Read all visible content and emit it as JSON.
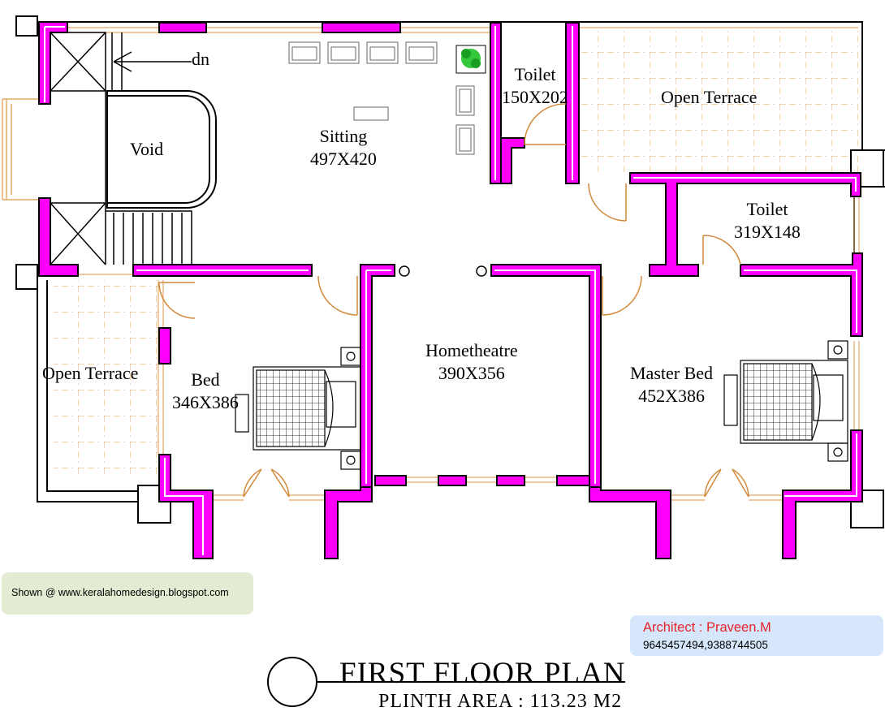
{
  "drawing": {
    "title": "FIRST FLOOR PLAN",
    "plinth_area": "PLINTH  AREA : 113.23 M2"
  },
  "rooms": {
    "void": {
      "name": "Void"
    },
    "sitting": {
      "name": "Sitting",
      "size": "497X420"
    },
    "toilet_small": {
      "name": "Toilet",
      "size": "150X202"
    },
    "open_terrace_top": {
      "name": "Open Terrace"
    },
    "toilet_right": {
      "name": "Toilet",
      "size": "319X148"
    },
    "open_terrace_left": {
      "name": "Open Terrace"
    },
    "bed": {
      "name": "Bed",
      "size": "346X386"
    },
    "hometheatre": {
      "name": "Hometheatre",
      "size": "390X356"
    },
    "master_bed": {
      "name": "Master Bed",
      "size": "452X386"
    }
  },
  "stair": {
    "label": "dn"
  },
  "credits": {
    "shown_at": "Shown @  www.keralahomedesign.blogspot.com",
    "architect": "Architect : Praveen.M",
    "phones": "9645457494,9388744505"
  },
  "colors": {
    "wall_fill": "#ff00ff",
    "wall_line": "#000000",
    "terrace_tile": "#e8b27a",
    "window_line": "#e6a866",
    "door_arc": "#d28a3c",
    "architect_text": "#e8232a",
    "credit_green_bg": "#e3ecd3",
    "credit_blue_bg": "#d6e7fb"
  }
}
